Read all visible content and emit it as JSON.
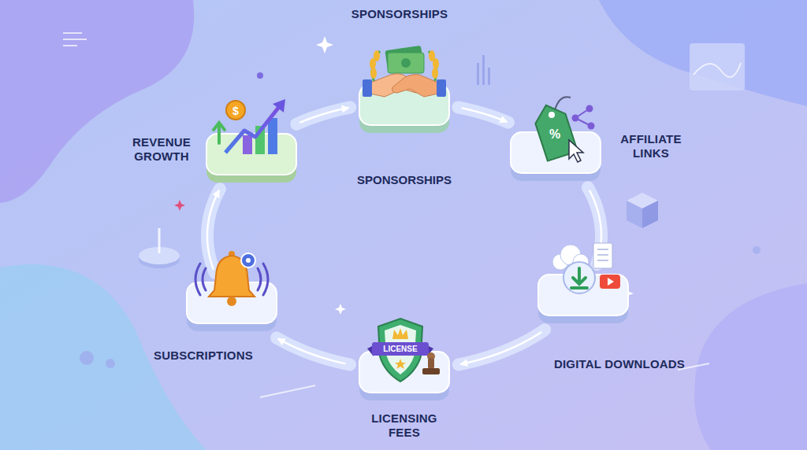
{
  "diagram": {
    "nodes": [
      {
        "text": [
          "SPONSORSHIPS"
        ]
      },
      {
        "text": [
          "AFFILIATE LINKS"
        ]
      },
      {
        "text": [
          "DIGITAL DOWNLOADS"
        ]
      },
      {
        "text": [
          "LICENSING FEES"
        ]
      },
      {
        "text": [
          "SUBSCRIPTIONS"
        ]
      },
      {
        "text": [
          "REVENUE GROWTH"
        ]
      }
    ],
    "edges": [
      {
        "from": 0,
        "to": 1,
        "arrow": "to"
      },
      {
        "from": 1,
        "to": 2,
        "arrow": "to"
      },
      {
        "from": 2,
        "to": 3,
        "arrow": "to"
      },
      {
        "from": 3,
        "to": 4,
        "arrow": "to"
      },
      {
        "from": 4,
        "to": 5,
        "arrow": "to"
      },
      {
        "from": 5,
        "to": 0,
        "arrow": "to"
      }
    ],
    "labels": [
      "SPONSORSHIPS",
      "$",
      "%",
      "LICENSE"
    ]
  }
}
